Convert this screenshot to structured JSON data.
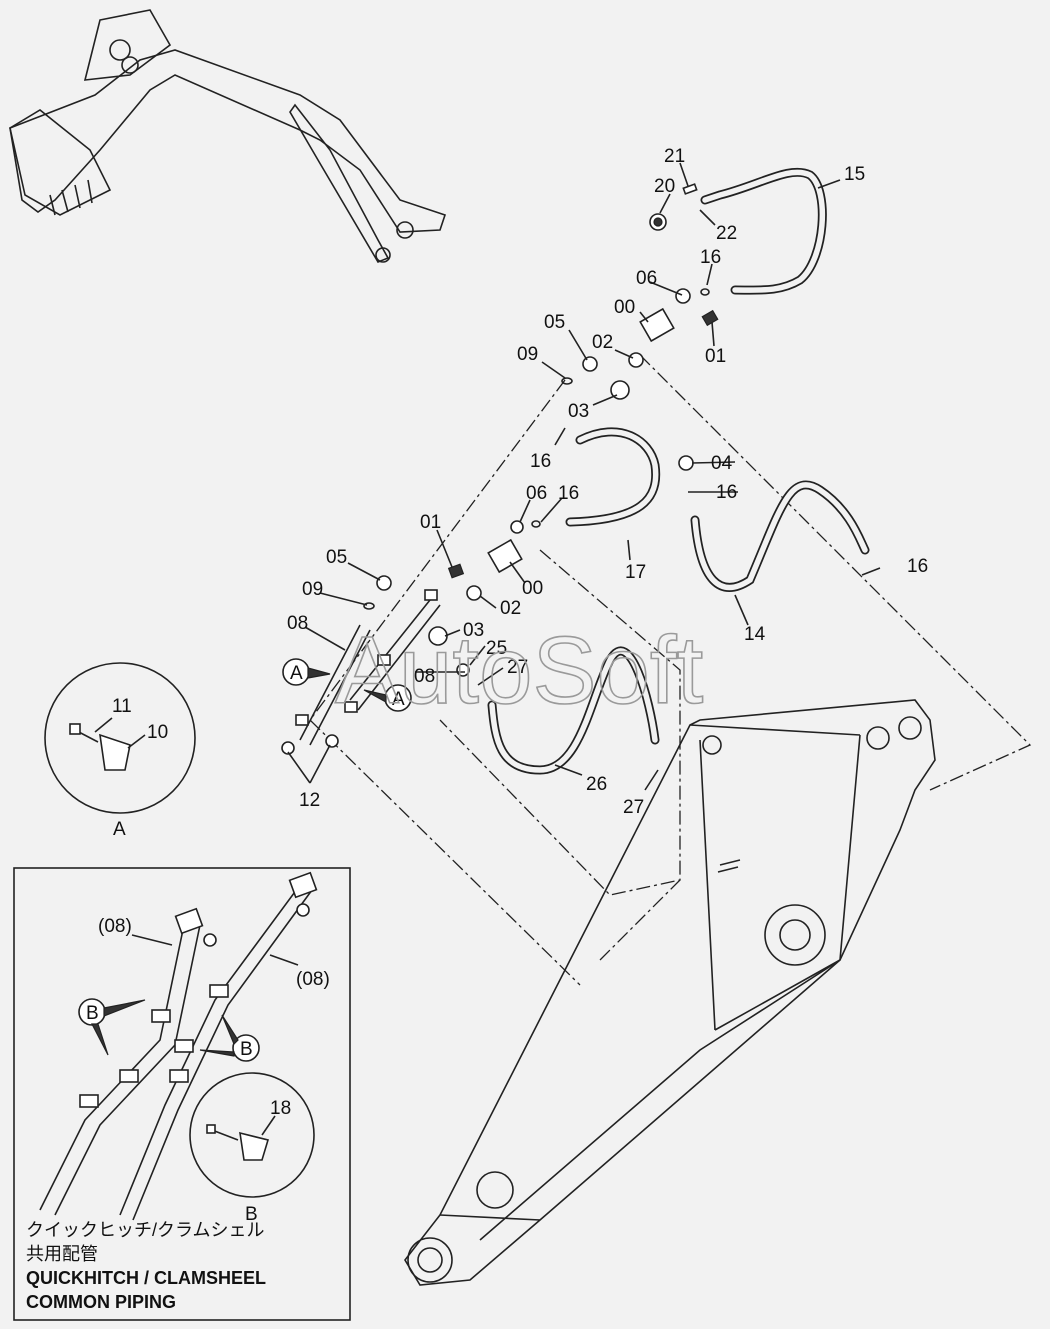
{
  "parts": {
    "p00a": "00",
    "p00b": "00",
    "p01a": "01",
    "p01b": "01",
    "p02a": "02",
    "p02b": "02",
    "p03a": "03",
    "p03b": "03",
    "p04": "04",
    "p05a": "05",
    "p05b": "05",
    "p06a": "06",
    "p06b": "06",
    "p08a": "08",
    "p08b": "08",
    "p08c": "(08)",
    "p08d": "(08)",
    "p09a": "09",
    "p09b": "09",
    "p10": "10",
    "p11": "11",
    "p12": "12",
    "p14": "14",
    "p15": "15",
    "p16a": "16",
    "p16b": "16",
    "p16c": "16",
    "p16d": "16",
    "p16e": "16",
    "p17": "17",
    "p18": "18",
    "p20": "20",
    "p21": "21",
    "p22": "22",
    "p25": "25",
    "p26": "26",
    "p27a": "27",
    "p27b": "27"
  },
  "markers": {
    "a1": "A",
    "a2": "A",
    "detail_a": "A",
    "b1": "B",
    "b2": "B",
    "detail_b": "B"
  },
  "watermark": "AutoSoft",
  "inset": {
    "line1": "クイックヒッチ/クラムシェル",
    "line2": "共用配管",
    "line3": "QUICKHITCH / CLAMSHEEL",
    "line4": "COMMON  PIPING"
  }
}
